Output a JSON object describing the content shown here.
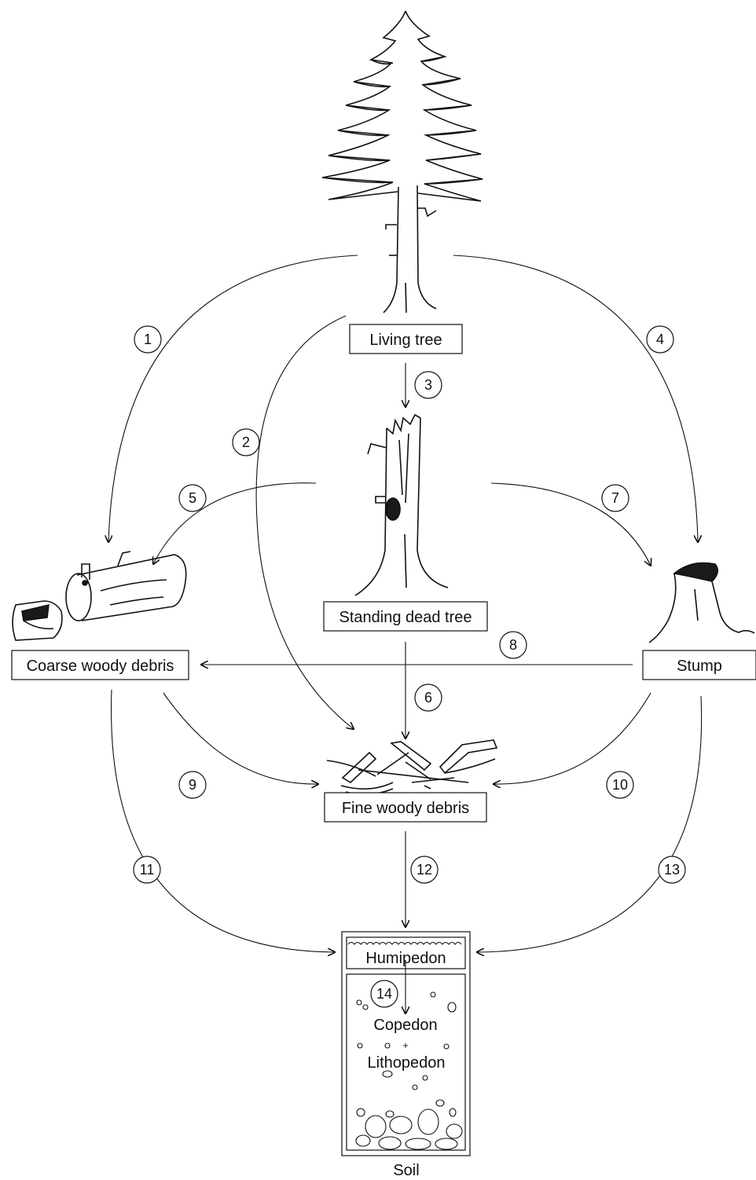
{
  "nodes": {
    "living_tree": "Living tree",
    "standing_dead_tree": "Standing dead tree",
    "coarse_woody_debris": "Coarse woody debris",
    "stump": "Stump",
    "fine_woody_debris": "Fine woody debris",
    "soil": "Soil"
  },
  "soil_layers": {
    "humipedon": "Humipedon",
    "copedon": "Copedon",
    "plus": "+",
    "lithopedon": "Lithopedon"
  },
  "pathways": [
    "1",
    "2",
    "3",
    "4",
    "5",
    "6",
    "7",
    "8",
    "9",
    "10",
    "11",
    "12",
    "13",
    "14"
  ]
}
